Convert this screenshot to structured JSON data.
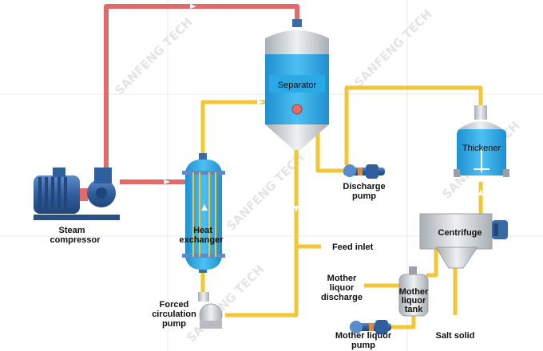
{
  "watermark": "SANFENG TECH",
  "colors": {
    "steam_pipe": "#e26a6a",
    "liquid_pipe": "#f2c634",
    "vessel_blue": "#29a9e6",
    "vessel_gray": "#c8ccd0",
    "motor_blue": "#3b6aa8"
  },
  "labels": {
    "separator": "Separator",
    "thickener": "Thickener",
    "centrifuge": "Centrifuge",
    "heat_exchanger_1": "Heat",
    "heat_exchanger_2": "exchanger",
    "steam_compressor_1": "Steam",
    "steam_compressor_2": "compressor",
    "discharge_pump_1": "Discharge",
    "discharge_pump_2": "pump",
    "feed_inlet": "Feed inlet",
    "mother_liquor_discharge_1": "Mother",
    "mother_liquor_discharge_2": "liquor",
    "mother_liquor_discharge_3": "discharge",
    "mother_liquor_tank_1": "Mother",
    "mother_liquor_tank_2": "liquor",
    "mother_liquor_tank_3": "tank",
    "forced_circulation_pump_1": "Forced",
    "forced_circulation_pump_2": "circulation",
    "forced_circulation_pump_3": "pump",
    "mother_liquor_pump_1": "Mother liquor",
    "mother_liquor_pump_2": "pump",
    "salt_solid": "Salt solid"
  }
}
